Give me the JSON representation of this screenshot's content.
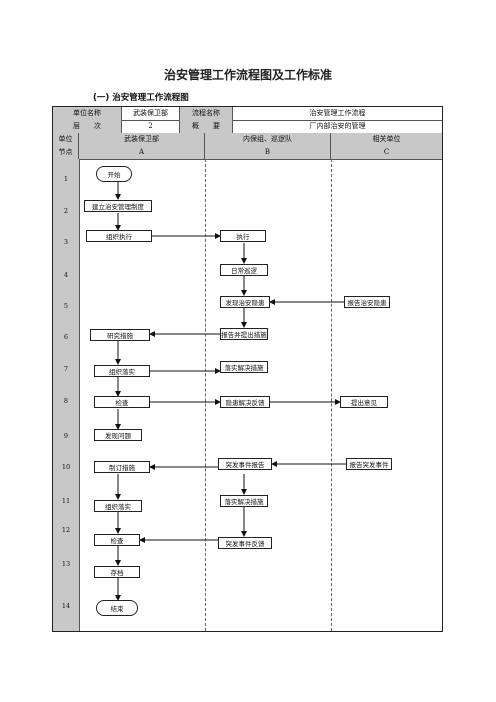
{
  "title": "治安管理工作流程图及工作标准",
  "subtitle": "(一) 治安管理工作流程图",
  "header": {
    "unit_name_label": "单位名称",
    "unit_name_value": "武装保卫部",
    "process_name_label": "流程名称",
    "process_name_value": "治安管理工作流程",
    "level_label": "层　　次",
    "level_value": "2",
    "summary_label": "概　　要",
    "summary_value": "厂内部治安的管理",
    "unit_label": "单位",
    "col_a_unit": "武装保卫部",
    "col_b_unit": "内保组、巡逻队",
    "col_c_unit": "相关单位",
    "node_label": "节点",
    "col_a": "A",
    "col_b": "B",
    "col_c": "C"
  },
  "rows": [
    "1",
    "2",
    "3",
    "4",
    "5",
    "6",
    "7",
    "8",
    "9",
    "10",
    "11",
    "12",
    "13",
    "14"
  ],
  "nodes": {
    "start": "开始",
    "a2": "建立治安管理制度",
    "a3": "组织执行",
    "b3": "执行",
    "b4": "日常巡逻",
    "b5": "发现治安隐患",
    "c5": "报告治安隐患",
    "b6": "报告并提出措施",
    "a6": "研究措施",
    "b7": "落实解决措施",
    "a7": "组织落实",
    "a8": "检查",
    "b8": "隐患解决反馈",
    "c8": "提出意见",
    "a9": "发现问题",
    "b10": "突发事件报告",
    "c10": "报告突发事件",
    "a10": "制订措施",
    "b11": "落实解决措施",
    "a11": "组织落实",
    "a12": "检查",
    "b12": "突发事件反馈",
    "a13": "存档",
    "end": "结束"
  }
}
